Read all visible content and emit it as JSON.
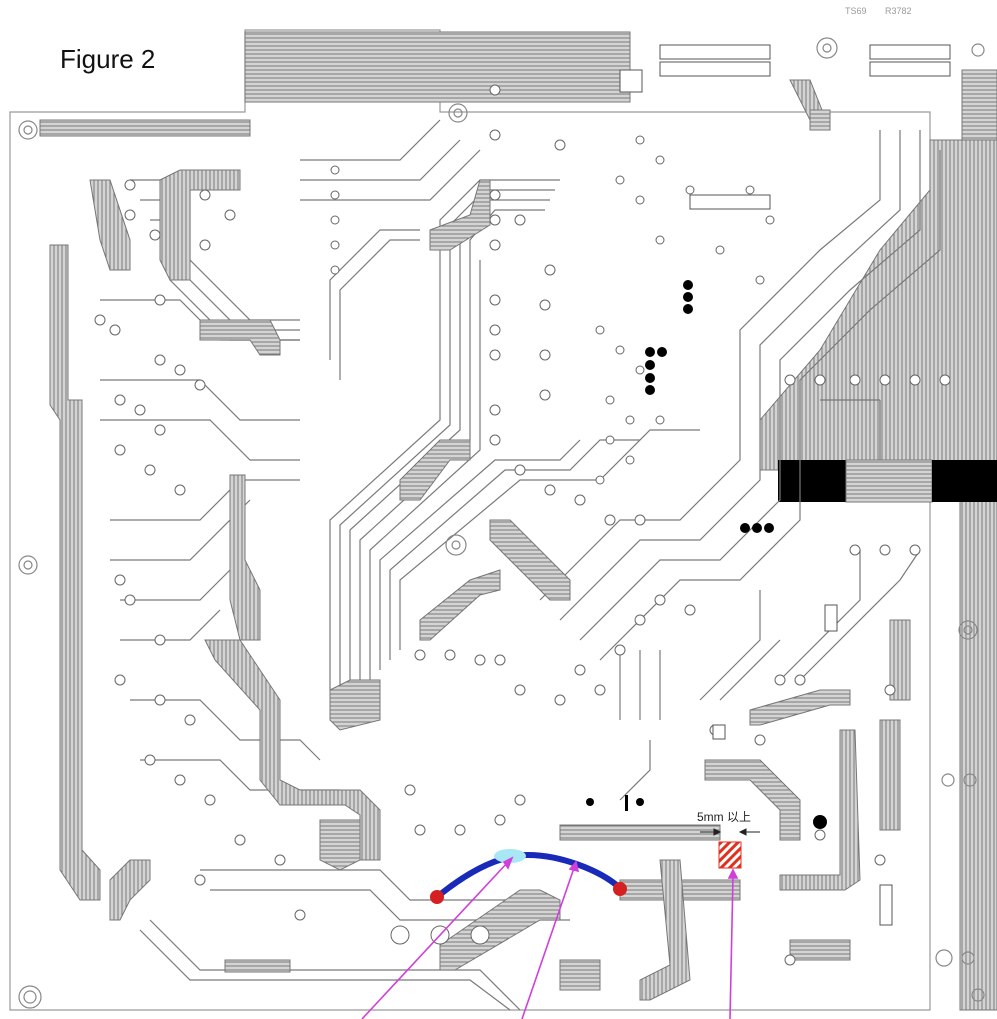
{
  "figure": {
    "title": "Figure 2",
    "dimension_label": "5mm 以上",
    "corner_labels": [
      "TS69",
      "R3782"
    ]
  },
  "colors": {
    "trace": "#666666",
    "trace_fill": "#9a9a9a",
    "outline": "#808080",
    "jumper_wire": "#1a2ab8",
    "jumper_highlight": "#a8e8f5",
    "solder_point": "#d42020",
    "hatch_mark": "#e03020",
    "pointer_arrow": "#d040d8",
    "pad_black": "#000000"
  },
  "icons": {
    "jumper": "blue-jumper-wire-icon",
    "arrow": "magenta-pointer-arrow-icon",
    "hatch": "red-hatch-marker-icon"
  }
}
